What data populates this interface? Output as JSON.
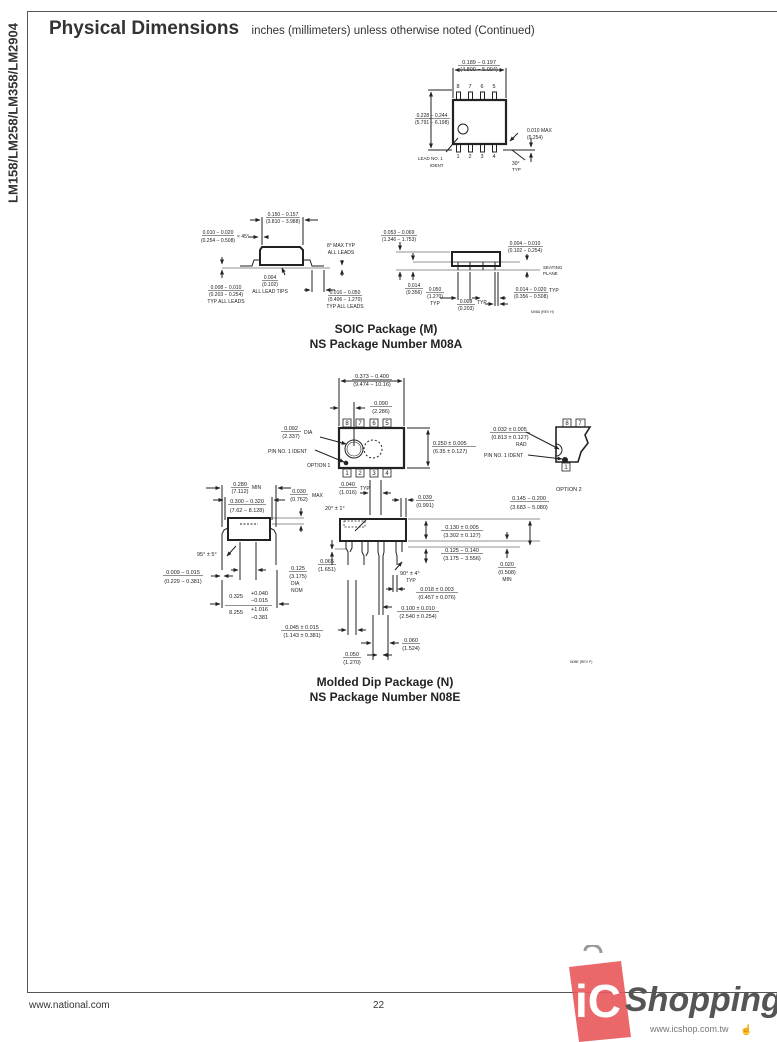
{
  "side_title": "LM158/LM258/LM358/LM2904",
  "header": {
    "title": "Physical Dimensions",
    "subtitle": "inches (millimeters) unless otherwise noted  (Continued)"
  },
  "soic_top": {
    "width_in": "0.189 − 0.197",
    "width_mm": "(4.800 − 5.004)",
    "height_in": "0.228 − 0.244",
    "height_mm": "(5.791 − 6.198)",
    "max_in": "0.010",
    "max_mm": "(0.254)",
    "max_label": "MAX",
    "angle": "30°",
    "angle_note": "TYP",
    "lead_label_1": "LEAD NO. 1",
    "lead_label_2": "IDENT",
    "pins_top": [
      "8",
      "7",
      "6",
      "5"
    ],
    "pins_bottom": [
      "1",
      "2",
      "3",
      "4"
    ]
  },
  "soic_side": {
    "body_in": "0.150 − 0.157",
    "body_mm": "(3.810 − 3.988)",
    "chamfer_in": "0.010 − 0.020",
    "chamfer_mm": "(0.254 − 0.508)",
    "chamfer_note": "× 45°",
    "angle_note_1": "8° MAX TYP",
    "angle_note_2": "ALL LEADS",
    "tip_in": "0.004",
    "tip_mm": "(0.102)",
    "tip_note": "ALL LEAD TIPS",
    "lead_th_in": "0.008 − 0.010",
    "lead_th_mm": "(0.203 − 0.254)",
    "lead_th_note": "TYP ALL LEADS",
    "foot_in": "0.016 − 0.050",
    "foot_mm": "(0.406 − 1.270)",
    "foot_note": "TYP ALL LEADS"
  },
  "soic_front": {
    "height_in": "0.053 − 0.069",
    "height_mm": "(1.346 − 1.753)",
    "standoff_in": "0.004 − 0.010",
    "standoff_mm": "(0.102 − 0.254)",
    "seating_1": "SEATING",
    "seating_2": "PLANE",
    "min_in": "0.014",
    "min_mm": "(0.356)",
    "pitch_in": "0.050",
    "pitch_mm": "(1.270)",
    "pitch_note": "TYP",
    "lead_in": "0.008",
    "lead_mm": "(0.203)",
    "lead_note": "TYP",
    "width_in": "0.014 − 0.020",
    "width_mm": "(0.356 − 0.508)",
    "width_note": "TYP",
    "rev": "M08A (REV H)"
  },
  "soic_caption": {
    "line1": "SOIC Package (M)",
    "line2": "NS Package Number M08A"
  },
  "dip_top": {
    "length_in": "0.373 − 0.400",
    "length_mm": "(9.474 − 10.16)",
    "dot_in": "0.090",
    "dot_mm": "(2.286)",
    "dia_in": "0.092",
    "dia_mm": "(2.337)",
    "dia_note": "DIA",
    "pin1_label": "PIN NO. 1 IDENT",
    "option1": "OPTION 1",
    "width_in": "0.250 ± 0.005",
    "width_mm": "(6.35 ± 0.127)",
    "pins_top": [
      "8",
      "7",
      "6",
      "5"
    ],
    "pins_bottom": [
      "1",
      "2",
      "3",
      "4"
    ]
  },
  "dip_option2": {
    "rad_in": "0.032 ± 0.005",
    "rad_mm": "(0.813 ± 0.127)",
    "rad_note": "RAD",
    "pin1_label": "PIN NO. 1 IDENT",
    "option2": "OPTION 2",
    "pins": [
      "8",
      "7",
      "1"
    ]
  },
  "dip_end": {
    "min_in": "0.280",
    "min_mm": "(7.112)",
    "min_note": "MIN",
    "range_in": "0.300 − 0.320",
    "range_mm": "(7.62 − 8.128)",
    "max_in": "0.030",
    "max_mm": "(0.762)",
    "max_note": "MAX",
    "angle": "95° ± 5°",
    "lead_in": "0.009 − 0.015",
    "lead_mm": "(0.229 − 0.381)",
    "dia_in": "0.125",
    "dia_mm": "(3.175)",
    "dia_note_1": "DIA",
    "dia_note_2": "NOM",
    "span_in": "0.325",
    "span_in_plus": "+0.040",
    "span_in_minus": "−0.015",
    "span_mm": "8.255",
    "span_mm_plus": "+1.016",
    "span_mm_minus": "−0.381"
  },
  "dip_side": {
    "pitch_in": "0.040",
    "pitch_mm": "(1.016)",
    "pitch_note": "TYP",
    "angle_top": "20° ± 1°",
    "edge_in": "0.039",
    "edge_mm": "(0.991)",
    "shoulder_in": "0.065",
    "shoulder_mm": "(1.651)",
    "body_h_in": "0.130 ± 0.005",
    "body_h_mm": "(3.302 ± 0.127)",
    "total_h_in": "0.145 − 0.200",
    "total_h_mm": "(3.683 − 5.080)",
    "lead_len_in": "0.125 − 0.140",
    "lead_len_mm": "(3.175 − 3.556)",
    "standoff_in": "0.020",
    "standoff_mm": "(0.508)",
    "standoff_note": "MIN",
    "angle_bottom": "90° ± 4°",
    "angle_note": "TYP",
    "lead_w_in": "0.018 ± 0.003",
    "lead_w_mm": "(0.457 ± 0.076)",
    "lead_pitch_in": "0.100 ± 0.010",
    "lead_pitch_mm": "(2.540 ± 0.254)",
    "shoulder_w_in": "0.045 ± 0.015",
    "shoulder_w_mm": "(1.143 ± 0.381)",
    "upper_w_in": "0.060",
    "upper_w_mm": "(1.524)",
    "end_in": "0.050",
    "end_mm": "(1.270)",
    "rev": "N08E (REV F)"
  },
  "dip_caption": {
    "line1": "Molded Dip Package (N)",
    "line2": "NS Package Number N08E"
  },
  "footer": {
    "website": "www.national.com",
    "page": "22"
  },
  "watermark": {
    "brand_ic": "iC",
    "brand_text": "Shopping",
    "url": "www.icshop.com.tw",
    "brand_color": "#e8585a"
  }
}
